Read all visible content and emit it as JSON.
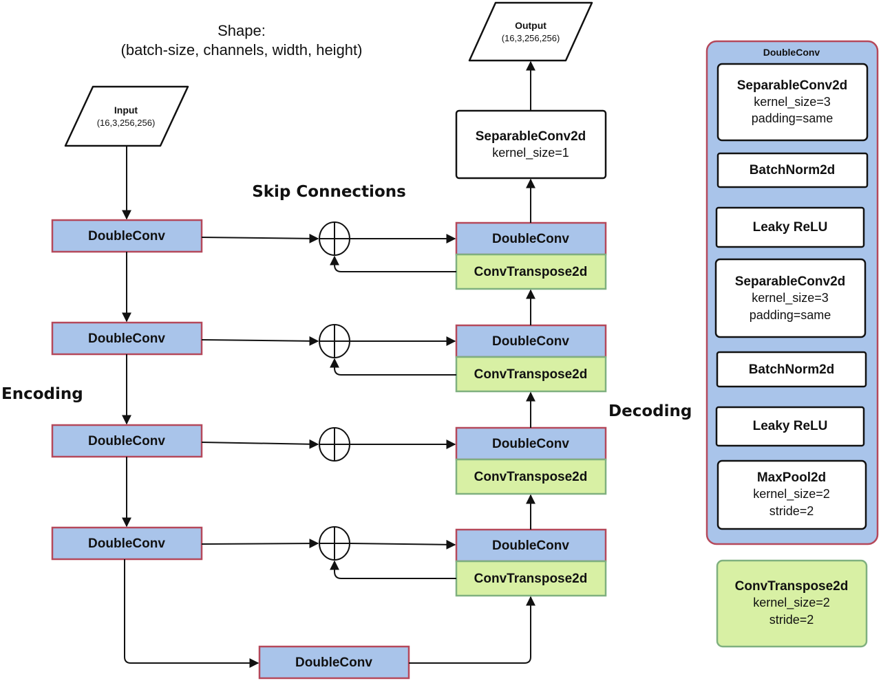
{
  "colors": {
    "doubleconv_fill": "#a9c4ea",
    "doubleconv_stroke": "#b5485a",
    "convtranspose_fill": "#d8f0a4",
    "convtranspose_stroke": "#7fb07f",
    "panel_fill": "#a9c4ea",
    "line": "#111111"
  },
  "shape_note": {
    "line1": "Shape:",
    "line2": "(batch-size, channels, width, height)"
  },
  "input": {
    "title": "Input",
    "shape": "(16,3,256,256)"
  },
  "output": {
    "title": "Output",
    "shape": "(16,3,256,256)"
  },
  "final_conv": {
    "title": "SeparableConv2d",
    "param": "kernel_size=1"
  },
  "labels": {
    "skip_connections": "Skip Connections",
    "encoding": "Encoding",
    "decoding": "Decoding"
  },
  "encoder": [
    "DoubleConv",
    "DoubleConv",
    "DoubleConv",
    "DoubleConv"
  ],
  "bottleneck": "DoubleConv",
  "decoder": [
    {
      "doubleconv": "DoubleConv",
      "convtranspose": "ConvTranspose2d"
    },
    {
      "doubleconv": "DoubleConv",
      "convtranspose": "ConvTranspose2d"
    },
    {
      "doubleconv": "DoubleConv",
      "convtranspose": "ConvTranspose2d"
    },
    {
      "doubleconv": "DoubleConv",
      "convtranspose": "ConvTranspose2d"
    }
  ],
  "doubleconv_detail": {
    "title": "DoubleConv",
    "layers": [
      {
        "name": "SeparableConv2d",
        "params": [
          "kernel_size=3",
          "padding=same"
        ]
      },
      {
        "name": "BatchNorm2d",
        "params": []
      },
      {
        "name": "Leaky ReLU",
        "params": []
      },
      {
        "name": "SeparableConv2d",
        "params": [
          "kernel_size=3",
          "padding=same"
        ]
      },
      {
        "name": "BatchNorm2d",
        "params": []
      },
      {
        "name": "Leaky ReLU",
        "params": []
      },
      {
        "name": "MaxPool2d",
        "params": [
          "kernel_size=2",
          "stride=2"
        ]
      }
    ]
  },
  "convtranspose_detail": {
    "name": "ConvTranspose2d",
    "params": [
      "kernel_size=2",
      "stride=2"
    ]
  }
}
